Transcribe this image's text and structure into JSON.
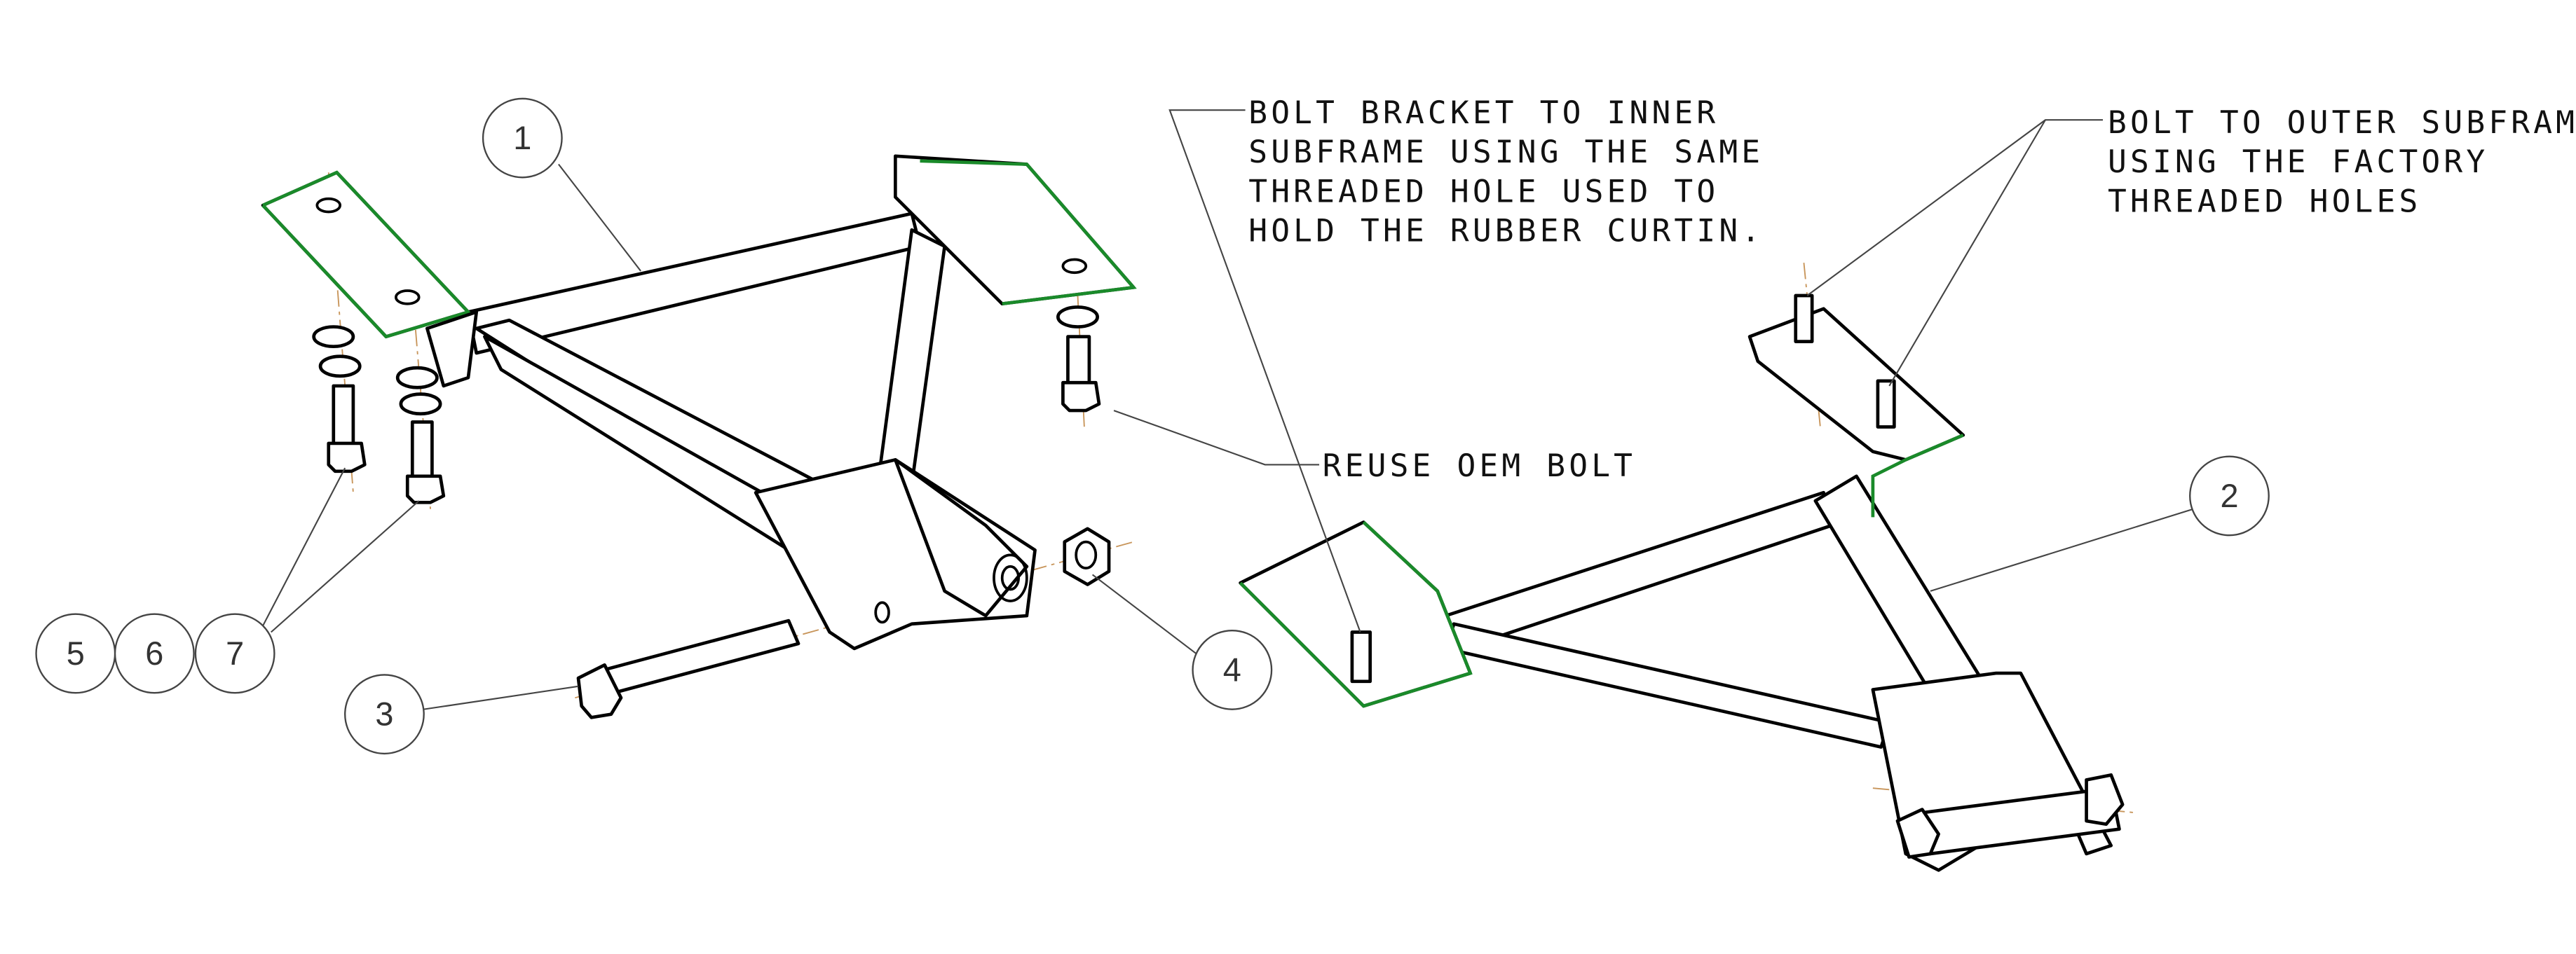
{
  "notes": {
    "inner_subframe": [
      "BOLT BRACKET TO INNER",
      "SUBFRAME USING THE SAME",
      "THREADED HOLE USED TO",
      "HOLD THE RUBBER CURTIN."
    ],
    "outer_subframe": [
      "BOLT TO OUTER SUBFRAME",
      "USING THE FACTORY",
      "THREADED HOLES"
    ],
    "reuse": "REUSE OEM BOLT"
  },
  "balloons": {
    "b1": "1",
    "b2": "2",
    "b3": "3",
    "b4": "4",
    "b5": "5",
    "b6": "6",
    "b7": "7"
  },
  "colors": {
    "highlight": "#1a8a2a",
    "line": "#000000",
    "centerline": "#c8955a"
  }
}
